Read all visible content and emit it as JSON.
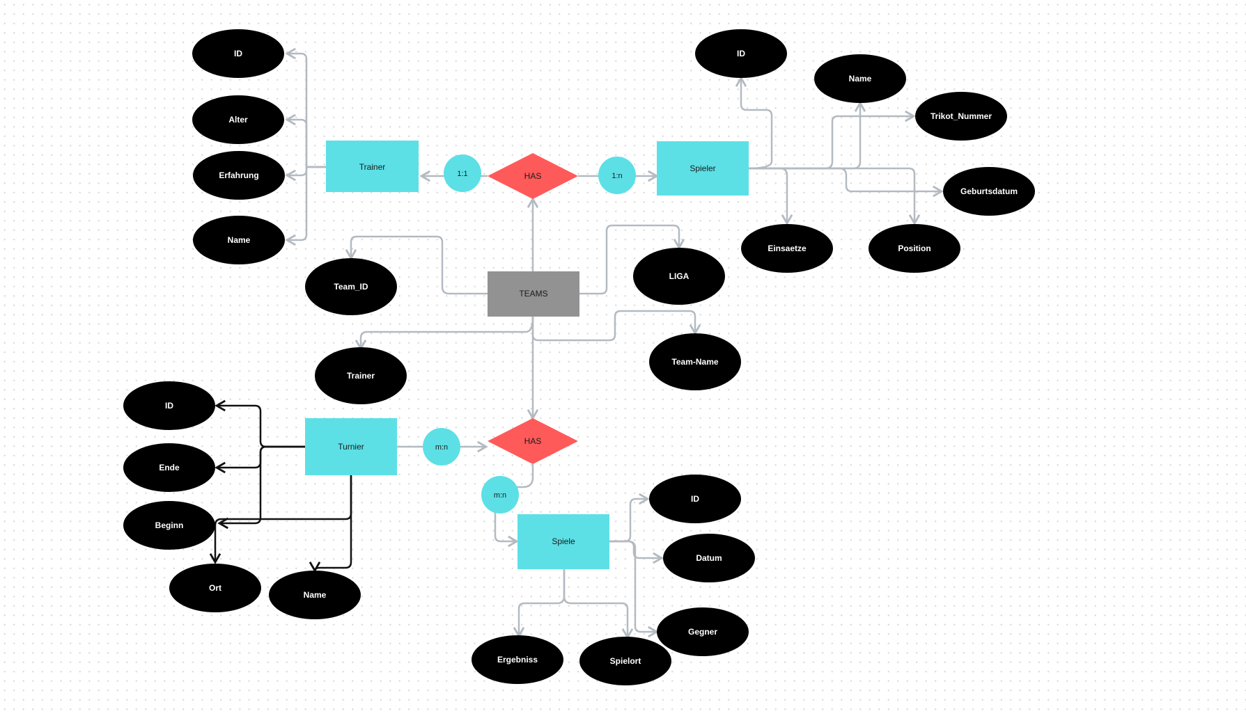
{
  "colors": {
    "entity": "#5ce0e6",
    "center_entity": "#929292",
    "relationship": "#ff5a5a",
    "attribute": "#000000",
    "cardinality": "#5ce0e6",
    "connector": "#b3bac1",
    "connector_dark": "#111111"
  },
  "entities": {
    "trainer": "Trainer",
    "spieler": "Spieler",
    "teams": "TEAMS",
    "turnier": "Turnier",
    "spiele": "Spiele"
  },
  "relationships": {
    "has_top": "HAS",
    "has_bottom": "HAS"
  },
  "cardinalities": {
    "trainer_has": "1:1",
    "has_spieler": "1:n",
    "turnier_has": "m:n",
    "has_spiele": "m:n"
  },
  "attributes": {
    "trainer": {
      "id": "ID",
      "alter": "Alter",
      "erfahrung": "Erfahrung",
      "name": "Name"
    },
    "spieler": {
      "id": "ID",
      "name": "Name",
      "trikot_nummer": "Trikot_Nummer",
      "geburtsdatum": "Geburtsdatum",
      "einsaetze": "Einsaetze",
      "position": "Position"
    },
    "teams": {
      "team_id": "Team_ID",
      "liga": "LIGA",
      "trainer": "Trainer",
      "team_name": "Team-Name"
    },
    "turnier": {
      "id": "ID",
      "ende": "Ende",
      "beginn": "Beginn",
      "ort": "Ort",
      "name": "Name"
    },
    "spiele": {
      "id": "ID",
      "datum": "Datum",
      "gegner": "Gegner",
      "ergebniss": "Ergebniss",
      "spielort": "Spielort"
    }
  }
}
